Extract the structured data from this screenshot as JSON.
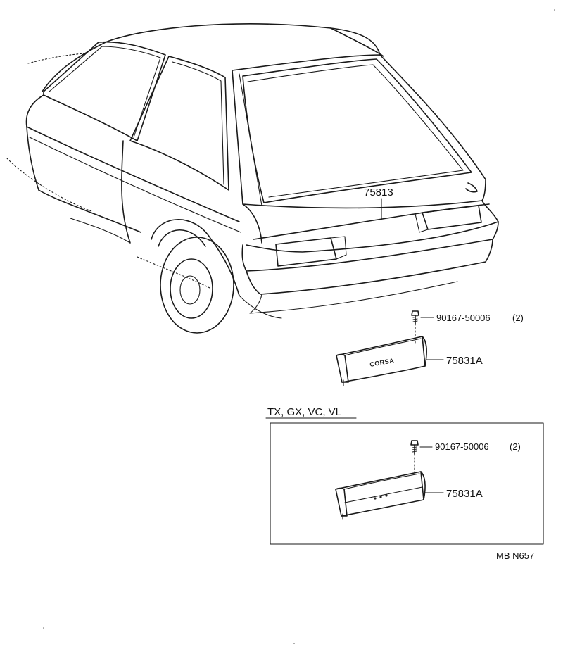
{
  "callouts": {
    "garnish_part": "75813",
    "screw_main": "90167-50006",
    "screw_main_qty": "(2)",
    "emblem_part_main": "75831A",
    "screw_inset": "90167-50006",
    "screw_inset_qty": "(2)",
    "emblem_part_inset": "75831A"
  },
  "emblem_text": "CORSA",
  "inset_title": "TX, GX, VC, VL",
  "figure_code": "MB N657"
}
